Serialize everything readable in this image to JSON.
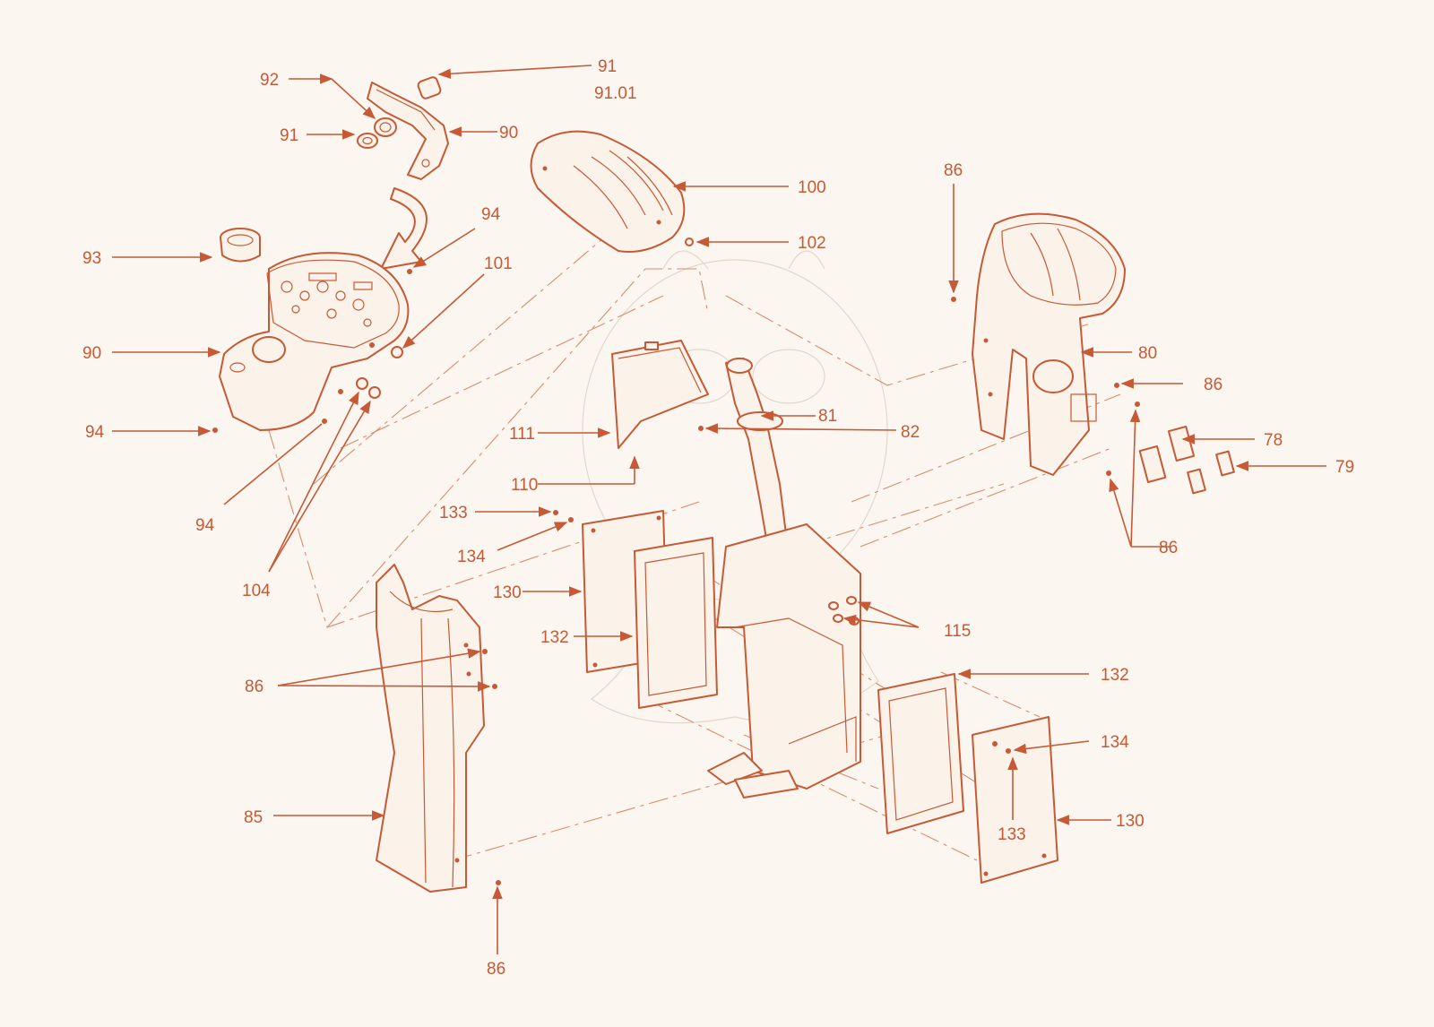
{
  "diagram": {
    "style": {
      "line_color": "#c65a36",
      "background": "#fbf6ef",
      "phantom_color": "#d98c70"
    },
    "labels": {
      "l91a": "91",
      "l9101": "91.01",
      "l92": "92",
      "l91b": "91",
      "l90a": "90",
      "l100": "100",
      "l102": "102",
      "l94a": "94",
      "l101": "101",
      "l93": "93",
      "l90b": "90",
      "l94b": "94",
      "l94c": "94",
      "l104": "104",
      "l86a": "86",
      "l80": "80",
      "l86b": "86",
      "l81": "81",
      "l82": "82",
      "l78": "78",
      "l79": "79",
      "l86c": "86",
      "l111": "111",
      "l110": "110",
      "l133a": "133",
      "l134a": "134",
      "l130a": "130",
      "l132a": "132",
      "l115": "115",
      "l86d": "86",
      "l132b": "132",
      "l134b": "134",
      "l133b": "133",
      "l85": "85",
      "l130b": "130",
      "l86e": "86"
    }
  }
}
